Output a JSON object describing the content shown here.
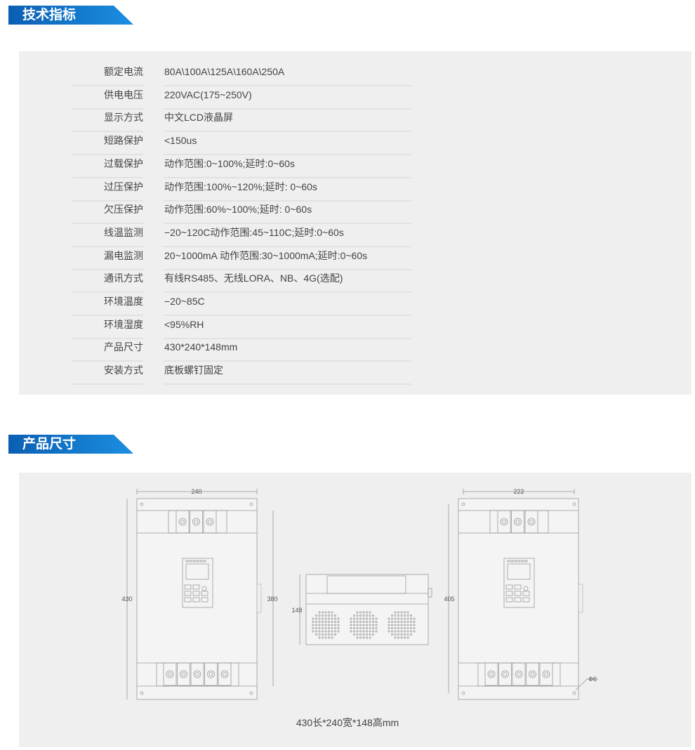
{
  "sections": {
    "spec_title": "技术指标",
    "dims_title": "产品尺寸"
  },
  "specs": [
    {
      "label": "额定电流",
      "value": "80A\\100A\\125A\\160A\\250A"
    },
    {
      "label": "供电电压",
      "value": "220VAC(175~250V)"
    },
    {
      "label": "显示方式",
      "value": "中文LCD液晶屏"
    },
    {
      "label": "短路保护",
      "value": "<150us"
    },
    {
      "label": "过载保护",
      "value": "动作范围:0~100%;延时:0~60s"
    },
    {
      "label": "过压保护",
      "value": "动作范围:100%~120%;延时: 0~60s"
    },
    {
      "label": "欠压保护",
      "value": "动作范围:60%~100%;延时: 0~60s"
    },
    {
      "label": "线温监测",
      "value": "−20~120C动作范围:45~110C;延时:0~60s"
    },
    {
      "label": "漏电监测",
      "value": "20~1000mA 动作范围:30~1000mA;延时:0~60s"
    },
    {
      "label": "通讯方式",
      "value": "有线RS485、无线LORA、NB、4G(选配)"
    },
    {
      "label": "环境温度",
      "value": "−20~85C"
    },
    {
      "label": "环境湿度",
      "value": "<95%RH"
    },
    {
      "label": "产品尺寸",
      "value": "430*240*148mm"
    },
    {
      "label": "安装方式",
      "value": "底板螺钉固定"
    }
  ],
  "drawing": {
    "front_width": "240",
    "front_height": "430",
    "front_inner_height": "380",
    "side_height": "148",
    "back_width": "222",
    "back_height": "405",
    "hole": "Φ6",
    "caption": "430长*240宽*148高mm"
  }
}
